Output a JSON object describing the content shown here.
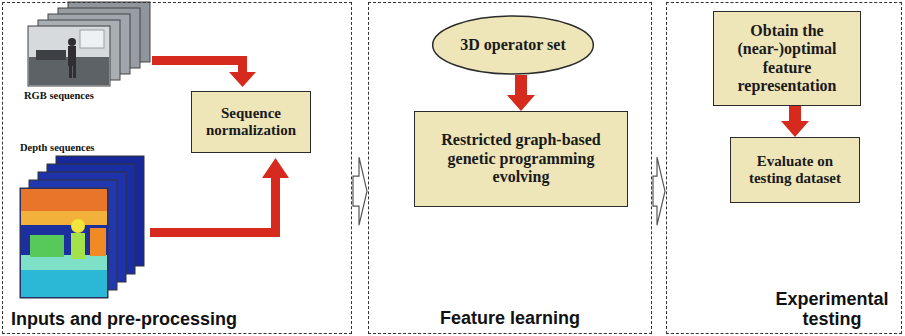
{
  "diagram": {
    "nodes": [
      {
        "text": [
          "Inputs and pre-processing"
        ]
      },
      {
        "text": [
          "Sequence normalization"
        ],
        "in": 0
      },
      {
        "text": [
          "Feature learning"
        ]
      },
      {
        "text": [
          "3D operator set"
        ],
        "in": 2
      },
      {
        "text": [
          "Restricted graph-based genetic programming evolving"
        ],
        "in": 2
      },
      {
        "text": [
          "Experimental testing"
        ]
      },
      {
        "text": [
          "Obtain the (near-)optimal feature representation"
        ],
        "in": 5
      },
      {
        "text": [
          "Evaluate on testing dataset"
        ],
        "in": 5
      }
    ],
    "edges": [
      {
        "from": 0,
        "to": 2,
        "arrow": "to"
      },
      {
        "from": 3,
        "to": 4,
        "arrow": "to"
      },
      {
        "from": 2,
        "to": 5,
        "arrow": "to"
      },
      {
        "from": 6,
        "to": 7,
        "arrow": "to"
      }
    ],
    "labels": [
      "RGB sequences",
      "Depth sequences"
    ]
  }
}
